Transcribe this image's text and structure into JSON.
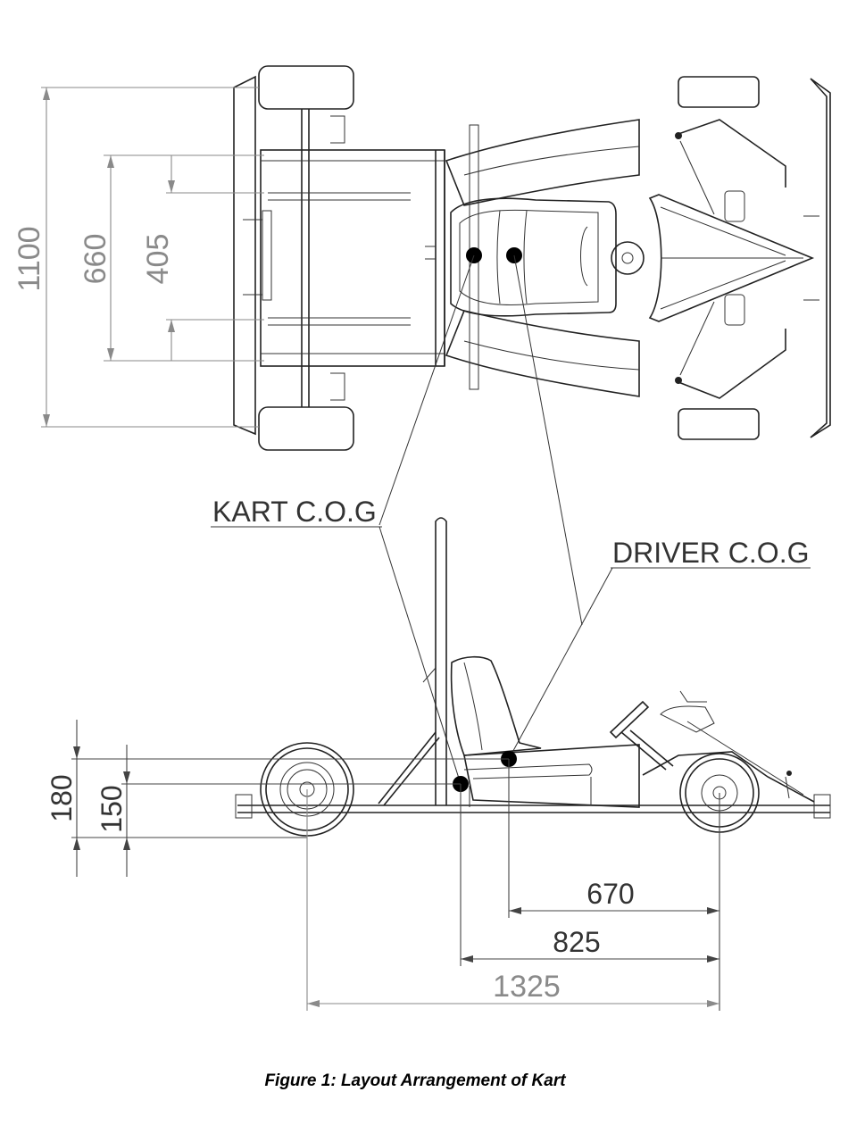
{
  "figure": {
    "caption": "Figure 1: Layout Arrangement of Kart",
    "labels": {
      "kart_cog": "KART C.O.G",
      "driver_cog": "DRIVER C.O.G"
    },
    "top_view_dimensions": {
      "overall_width": "1100",
      "outer_frame": "660",
      "inner_frame": "405"
    },
    "side_view_dimensions": {
      "driver_cog_height": "180",
      "kart_cog_height": "150",
      "driver_cog_to_front": "670",
      "kart_cog_to_front": "825",
      "wheelbase": "1325"
    }
  }
}
